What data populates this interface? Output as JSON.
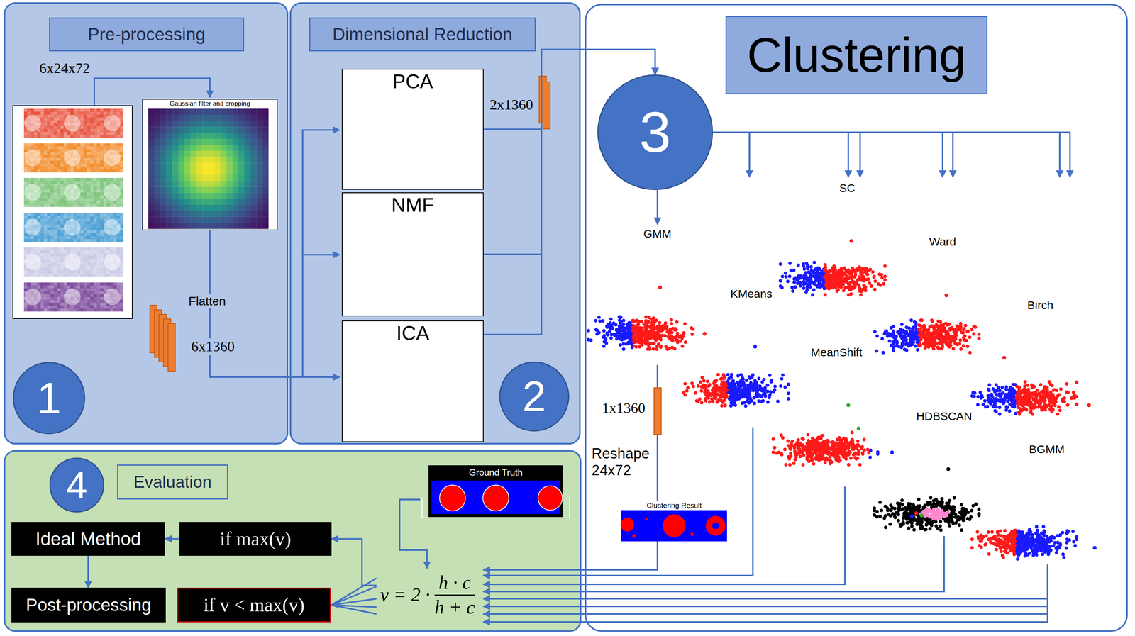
{
  "diagram": {
    "nodes": [
      {
        "text": [
          "Pre-processing"
        ]
      },
      {
        "text": [
          "1"
        ],
        "in": 0
      },
      {
        "text": [
          "Dimensional Reduction"
        ]
      },
      {
        "text": [
          "PCA"
        ],
        "in": 2
      },
      {
        "text": [
          "NMF"
        ],
        "in": 2
      },
      {
        "text": [
          "ICA"
        ],
        "in": 2
      },
      {
        "text": [
          "2"
        ],
        "in": 2
      },
      {
        "text": [
          "Clustering"
        ]
      },
      {
        "text": [
          "3"
        ],
        "in": 7
      },
      {
        "text": [
          "Evaluation"
        ]
      },
      {
        "text": [
          "4"
        ],
        "in": 9
      },
      {
        "text": [
          "v = 2 ·",
          "h · c",
          "h + c"
        ],
        "in": 9
      },
      {
        "text": [
          "if max(v)"
        ],
        "in": 9
      },
      {
        "text": [
          "Ideal Method"
        ],
        "in": 9
      },
      {
        "text": [
          "Post-processing"
        ],
        "in": 9
      },
      {
        "text": [
          "if v < max(v)"
        ],
        "in": 9
      }
    ],
    "edges": [
      {
        "from": 3,
        "to": 8,
        "arrow": "to"
      },
      {
        "from": 4,
        "to": 8,
        "arrow": "to"
      },
      {
        "from": 5,
        "to": 8,
        "arrow": "to"
      },
      {
        "from": 11,
        "to": 12,
        "arrow": "to"
      },
      {
        "from": 12,
        "to": 13,
        "arrow": "to"
      },
      {
        "from": 13,
        "to": 14,
        "arrow": "to"
      },
      {
        "from": 11,
        "to": 15,
        "arrow": "to"
      }
    ],
    "labels": [
      "6x24x72",
      "Gaussian filter and cropping",
      "Flatten",
      "6x1360",
      "2x1360",
      "GMM",
      "KMeans",
      "SC",
      "Ward",
      "Birch",
      "MeanShift",
      "HDBSCAN",
      "BGMM",
      "1x1360",
      "Reshape 24x72",
      "Clustering Result",
      "Ground Truth"
    ]
  }
}
